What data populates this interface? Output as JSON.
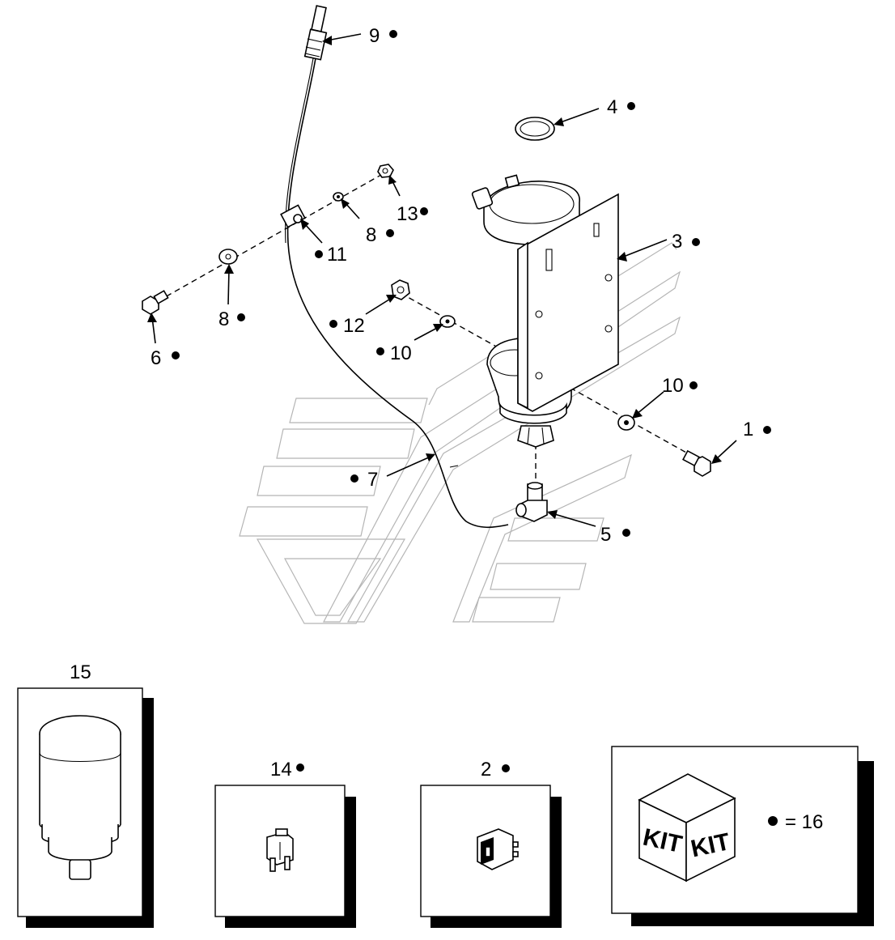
{
  "diagram": {
    "callouts": [
      {
        "id": "callout-9",
        "label": "9",
        "kit": true
      },
      {
        "id": "callout-4",
        "label": "4",
        "kit": true
      },
      {
        "id": "callout-13",
        "label": "13",
        "kit": true
      },
      {
        "id": "callout-8-upper",
        "label": "8",
        "kit": true
      },
      {
        "id": "callout-11",
        "label": "11",
        "kit": true
      },
      {
        "id": "callout-3",
        "label": "3",
        "kit": true
      },
      {
        "id": "callout-8-lower",
        "label": "8",
        "kit": true
      },
      {
        "id": "callout-6",
        "label": "6",
        "kit": true
      },
      {
        "id": "callout-12",
        "label": "12",
        "kit": true
      },
      {
        "id": "callout-10-left",
        "label": "10",
        "kit": true
      },
      {
        "id": "callout-10-right",
        "label": "10",
        "kit": true
      },
      {
        "id": "callout-1",
        "label": "1",
        "kit": true
      },
      {
        "id": "callout-7",
        "label": "7",
        "kit": true
      },
      {
        "id": "callout-5",
        "label": "5",
        "kit": true
      }
    ],
    "insets": {
      "filter": {
        "label": "15"
      },
      "fuse": {
        "label": "14",
        "kit": true
      },
      "switch": {
        "label": "2",
        "kit": true
      },
      "kit": {
        "face_left": "KIT",
        "face_right": "KIT",
        "legend": "= 16"
      }
    }
  }
}
